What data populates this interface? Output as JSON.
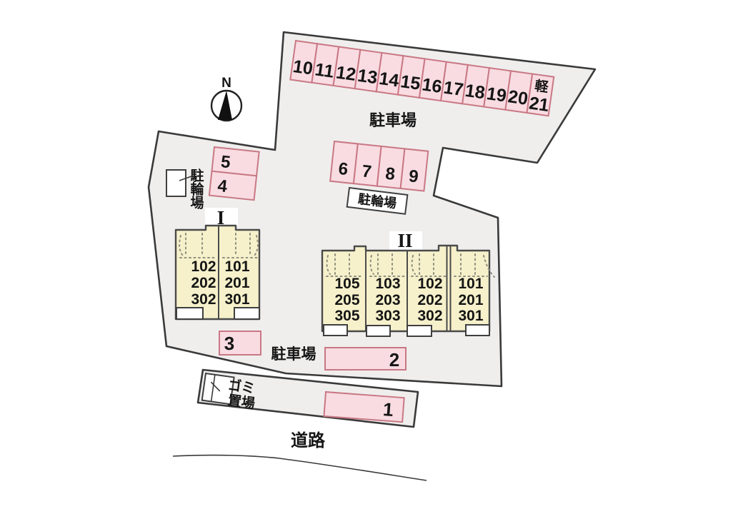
{
  "compass": {
    "label": "N"
  },
  "labels": {
    "parking_top": "駐車場",
    "parking_bottom": "駐車場",
    "bicycle_vertical": "駐輪場",
    "bicycle_boxed": "駐輪場",
    "garbage_line1": "ゴミ",
    "garbage_line2": "置場",
    "road": "道路",
    "kei": "軽"
  },
  "parking_spaces": {
    "top_row": [
      "10",
      "11",
      "12",
      "13",
      "14",
      "15",
      "16",
      "17",
      "18",
      "19",
      "20",
      "21"
    ],
    "middle_row": [
      "6",
      "7",
      "8",
      "9"
    ],
    "left_pair": [
      "5",
      "4"
    ],
    "single_3": "3",
    "single_2": "2",
    "single_1": "1"
  },
  "buildings": {
    "building_1": {
      "label": "I",
      "units": [
        {
          "rooms": [
            "102",
            "202",
            "302"
          ]
        },
        {
          "rooms": [
            "101",
            "201",
            "301"
          ]
        }
      ]
    },
    "building_2": {
      "label": "II",
      "units": [
        {
          "rooms": [
            "105",
            "205",
            "305"
          ]
        },
        {
          "rooms": [
            "103",
            "203",
            "303"
          ]
        },
        {
          "rooms": [
            "102",
            "202",
            "302"
          ]
        },
        {
          "rooms": [
            "101",
            "201",
            "301"
          ]
        }
      ]
    }
  },
  "colors": {
    "space_fill": "#f8dce2",
    "space_stroke": "#c97884",
    "building_fill": "#f6f1cb",
    "building_stroke": "#4a4a4a",
    "site_fill": "#efeeed",
    "site_stroke": "#3a3a3a",
    "dashed_detail": "#8f8f7f"
  }
}
